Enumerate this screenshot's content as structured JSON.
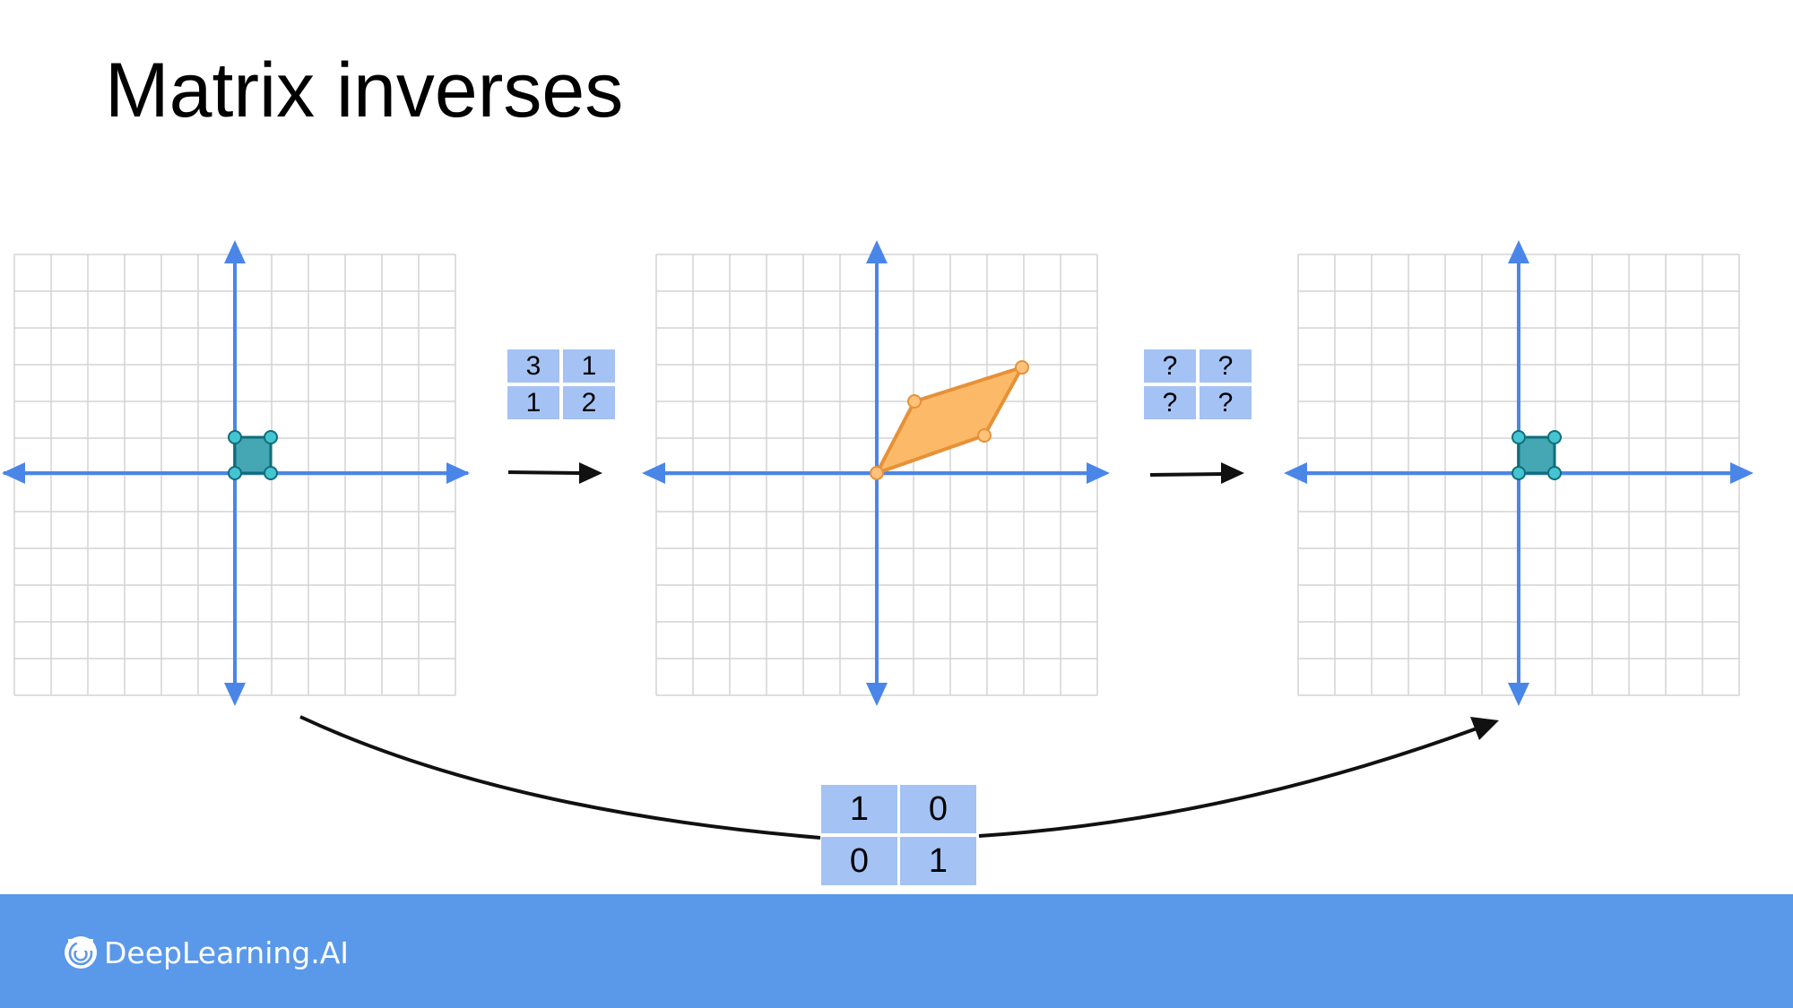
{
  "title": "Matrix inverses",
  "matrix_forward": [
    "3",
    "1",
    "1",
    "2"
  ],
  "matrix_unknown": [
    "?",
    "?",
    "?",
    "?"
  ],
  "matrix_identity": [
    "1",
    "0",
    "0",
    "1"
  ],
  "footer": {
    "brand": "DeepLearning.AI"
  },
  "colors": {
    "axis": "#4a86e8",
    "grid": "#d4d4d4",
    "square_fill": "#45a7b4",
    "square_stroke": "#0e6e7a",
    "parallelogram_fill": "#fcb967",
    "parallelogram_stroke": "#e69138",
    "matrix_cell": "#a4c2f4",
    "footer": "#5a99ea"
  }
}
